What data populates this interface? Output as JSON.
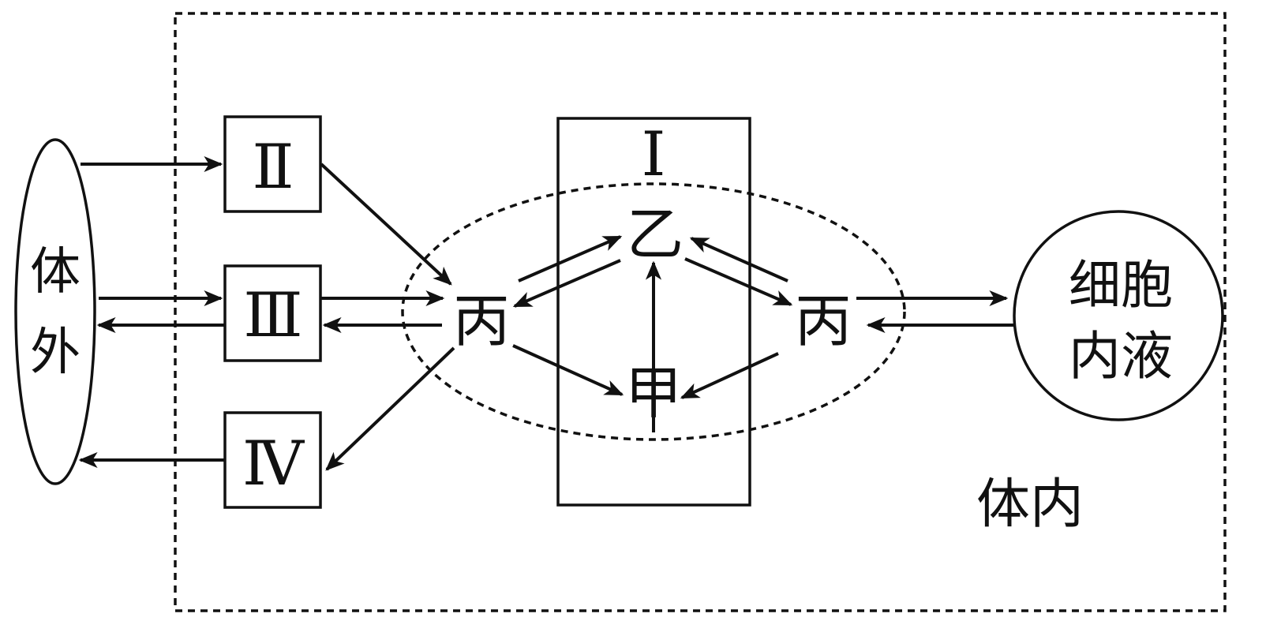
{
  "labels": {
    "outside_line1": "体",
    "outside_line2": "外",
    "box_II": "Ⅱ",
    "box_III": "Ⅲ",
    "box_IV": "Ⅳ",
    "box_I": "Ⅰ",
    "node_bing_left": "丙",
    "node_bing_right": "丙",
    "node_yi": "乙",
    "node_jia": "甲",
    "cell_line1": "细胞",
    "cell_line2": "内液",
    "inside": "体内"
  }
}
